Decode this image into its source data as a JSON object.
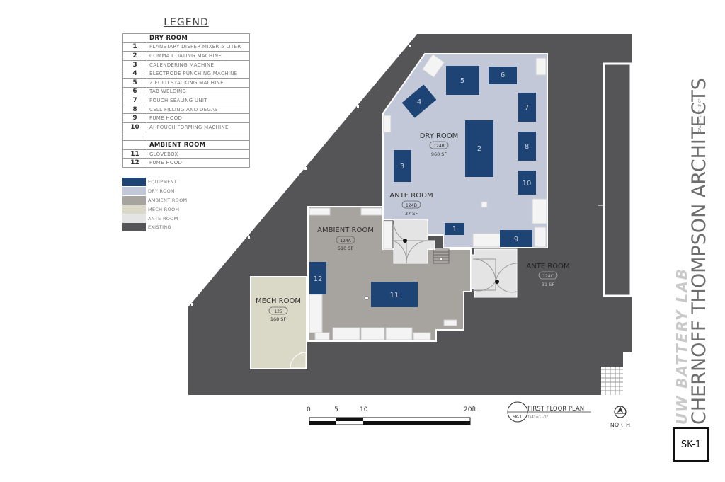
{
  "legend": {
    "title": "LEGEND",
    "sections": [
      {
        "header": "DRY ROOM",
        "items": [
          {
            "num": "1",
            "name": "PLANETARY DISPER MIXER 5 LITER"
          },
          {
            "num": "2",
            "name": "COMMA COATING MACHINE"
          },
          {
            "num": "3",
            "name": "CALENDERING MACHINE"
          },
          {
            "num": "4",
            "name": "ELECTRODE PUNCHING MACHINE"
          },
          {
            "num": "5",
            "name": "Z FOLD STACKING MACHINE"
          },
          {
            "num": "6",
            "name": "TAB WELDING"
          },
          {
            "num": "7",
            "name": "POUCH SEALING UNIT"
          },
          {
            "num": "8",
            "name": "CELL FILLING AND DEGAS"
          },
          {
            "num": "9",
            "name": "FUME HOOD"
          },
          {
            "num": "10",
            "name": "AI-POUCH FORMING MACHINE"
          }
        ]
      },
      {
        "header": "AMBIENT ROOM",
        "items": [
          {
            "num": "11",
            "name": "GLOVEBOX"
          },
          {
            "num": "12",
            "name": "FUME HOOD"
          }
        ]
      }
    ],
    "swatches": [
      {
        "label": "EQUIPMENT",
        "color": "#1d4474"
      },
      {
        "label": "DRY ROOM",
        "color": "#c2c8d8"
      },
      {
        "label": "AMBIENT ROOM",
        "color": "#a7a39f"
      },
      {
        "label": "MECH ROOM",
        "color": "#dad8c7"
      },
      {
        "label": "ANTE ROOM",
        "color": "#e4e4e4"
      },
      {
        "label": "EXISTING",
        "color": "#555558"
      }
    ]
  },
  "rooms": {
    "dry": {
      "name": "DRY ROOM",
      "number": "124B",
      "area": "960 SF"
    },
    "ante_d": {
      "name": "ANTE ROOM",
      "number": "124D",
      "area": "37 SF"
    },
    "ambient": {
      "name": "AMBIENT ROOM",
      "number": "124A",
      "area": "510 SF"
    },
    "ante_c": {
      "name": "ANTE ROOM",
      "number": "124C",
      "area": "31 SF"
    },
    "mech": {
      "name": "MECH ROOM",
      "number": "125",
      "area": "168 SF"
    }
  },
  "equipment_labels": [
    "1",
    "2",
    "3",
    "4",
    "5",
    "6",
    "7",
    "8",
    "9",
    "10",
    "11",
    "12"
  ],
  "scale_bar": {
    "ticks": [
      "0",
      "5",
      "10",
      "20ft"
    ]
  },
  "plan_title": {
    "title": "FIRST FLOOR PLAN",
    "ref": "SK-1",
    "scale": "1/4\"=1'-0\""
  },
  "north": "NORTH",
  "title_block": {
    "project": "UW BATTERY LAB",
    "firm": "CHERNOFF THOMPSON ARCHITECTS",
    "scale": "SCALE = 1/4\" - 1'-0\"",
    "sheet": "SK-1"
  },
  "colors": {
    "existing": "#555558",
    "dry": "#c2c8d8",
    "ambient": "#a7a39f",
    "mech": "#dad8c7",
    "ante": "#e4e4e4",
    "equipment": "#1d4474"
  }
}
